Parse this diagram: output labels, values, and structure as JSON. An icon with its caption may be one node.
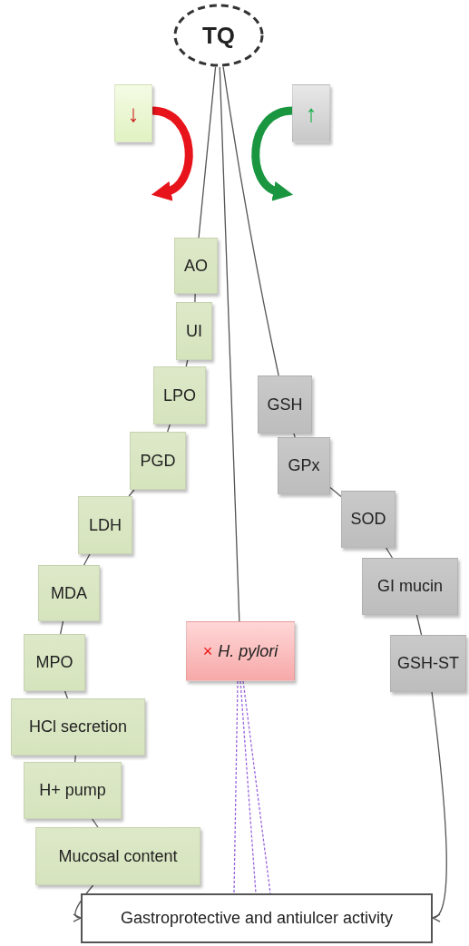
{
  "diagram": {
    "nodes": [
      {
        "text": [
          "TQ"
        ]
      },
      {
        "text": [
          "↓"
        ]
      },
      {
        "text": [
          "↑"
        ]
      },
      {
        "text": [
          "AO"
        ]
      },
      {
        "text": [
          "UI"
        ]
      },
      {
        "text": [
          "LPO"
        ]
      },
      {
        "text": [
          "PGD"
        ]
      },
      {
        "text": [
          "LDH"
        ]
      },
      {
        "text": [
          "MDA"
        ]
      },
      {
        "text": [
          "MPO"
        ]
      },
      {
        "text": [
          "HCl secretion"
        ]
      },
      {
        "text": [
          "H+ pump"
        ]
      },
      {
        "text": [
          "Mucosal content"
        ]
      },
      {
        "text": [
          "GSH"
        ]
      },
      {
        "text": [
          "GPx"
        ]
      },
      {
        "text": [
          "SOD"
        ]
      },
      {
        "text": [
          "GI mucin"
        ]
      },
      {
        "text": [
          "GSH-ST"
        ]
      },
      {
        "text": [
          "×",
          "H. pylori"
        ]
      },
      {
        "text": [
          "Gastroprotective and antiulcer activity"
        ]
      }
    ],
    "edges": [
      {
        "from": 1,
        "to": null,
        "arrow": "to",
        "style": "thick",
        "color": "#e8141b"
      },
      {
        "from": 2,
        "to": null,
        "arrow": "to",
        "style": "thick",
        "color": "#1a9641"
      },
      {
        "from": 0,
        "to": 3,
        "arrow": "none"
      },
      {
        "from": 3,
        "to": 4,
        "arrow": "none"
      },
      {
        "from": 4,
        "to": 5,
        "arrow": "none"
      },
      {
        "from": 5,
        "to": 6,
        "arrow": "none"
      },
      {
        "from": 6,
        "to": 7,
        "arrow": "none"
      },
      {
        "from": 7,
        "to": 8,
        "arrow": "none"
      },
      {
        "from": 8,
        "to": 9,
        "arrow": "none"
      },
      {
        "from": 9,
        "to": 10,
        "arrow": "none"
      },
      {
        "from": 10,
        "to": 11,
        "arrow": "none"
      },
      {
        "from": 11,
        "to": 12,
        "arrow": "none"
      },
      {
        "from": 12,
        "to": 19,
        "arrow": "to"
      },
      {
        "from": 0,
        "to": 18,
        "arrow": "none"
      },
      {
        "from": 0,
        "to": 13,
        "arrow": "none"
      },
      {
        "from": 13,
        "to": 14,
        "arrow": "none"
      },
      {
        "from": 14,
        "to": 15,
        "arrow": "none"
      },
      {
        "from": 15,
        "to": 16,
        "arrow": "none"
      },
      {
        "from": 16,
        "to": 17,
        "arrow": "none"
      },
      {
        "from": 17,
        "to": 19,
        "arrow": "to"
      },
      {
        "from": 18,
        "to": 19,
        "arrow": "none",
        "style": "dashed",
        "color": "#9966dd"
      },
      {
        "from": 18,
        "to": 19,
        "arrow": "none",
        "style": "dashed",
        "color": "#9966dd"
      },
      {
        "from": 18,
        "to": 19,
        "arrow": "none",
        "style": "dashed",
        "color": "#9966dd"
      }
    ]
  }
}
